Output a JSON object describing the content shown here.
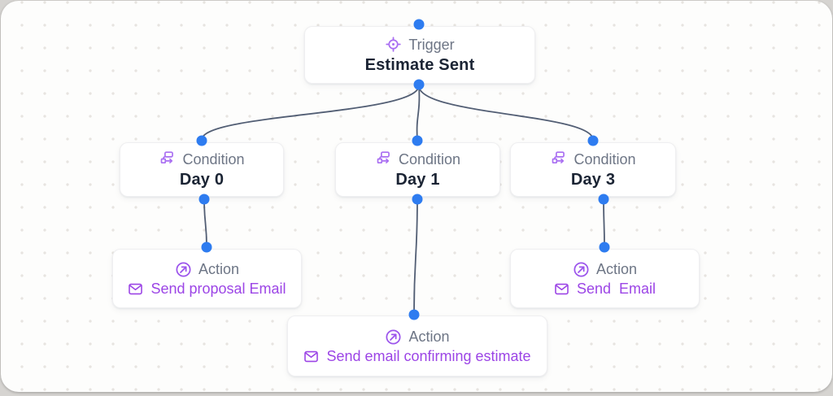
{
  "colors": {
    "handle_blue": "#2e7cf0",
    "edge_gray": "#525e74",
    "purple_icon": "#a96ef2",
    "purple_text": "#9c45e6",
    "label_gray": "#6d7585",
    "title_dark": "#1b2434"
  },
  "nodes": {
    "trigger": {
      "type_label": "Trigger",
      "title": "Estimate Sent",
      "icon": "crosshair-target-icon"
    },
    "condition_day0": {
      "type_label": "Condition",
      "title": "Day 0",
      "icon": "workflow-branch-icon"
    },
    "condition_day1": {
      "type_label": "Condition",
      "title": "Day 1",
      "icon": "workflow-branch-icon"
    },
    "condition_day3": {
      "type_label": "Condition",
      "title": "Day 3",
      "icon": "workflow-branch-icon"
    },
    "action_day0": {
      "type_label": "Action",
      "text": "Send proposal Email",
      "icon": "circle-send-icon",
      "text_icon": "mail-icon"
    },
    "action_day1": {
      "type_label": "Action",
      "text": "Send email confirming estimate",
      "icon": "circle-send-icon",
      "text_icon": "mail-icon"
    },
    "action_day3": {
      "type_label": "Action",
      "text": "Send  Email",
      "icon": "circle-send-icon",
      "text_icon": "mail-icon"
    }
  },
  "edges": [
    {
      "from": "trigger",
      "to": "condition_day0"
    },
    {
      "from": "trigger",
      "to": "condition_day1"
    },
    {
      "from": "trigger",
      "to": "condition_day3"
    },
    {
      "from": "condition_day0",
      "to": "action_day0"
    },
    {
      "from": "condition_day1",
      "to": "action_day1"
    },
    {
      "from": "condition_day3",
      "to": "action_day3"
    }
  ]
}
